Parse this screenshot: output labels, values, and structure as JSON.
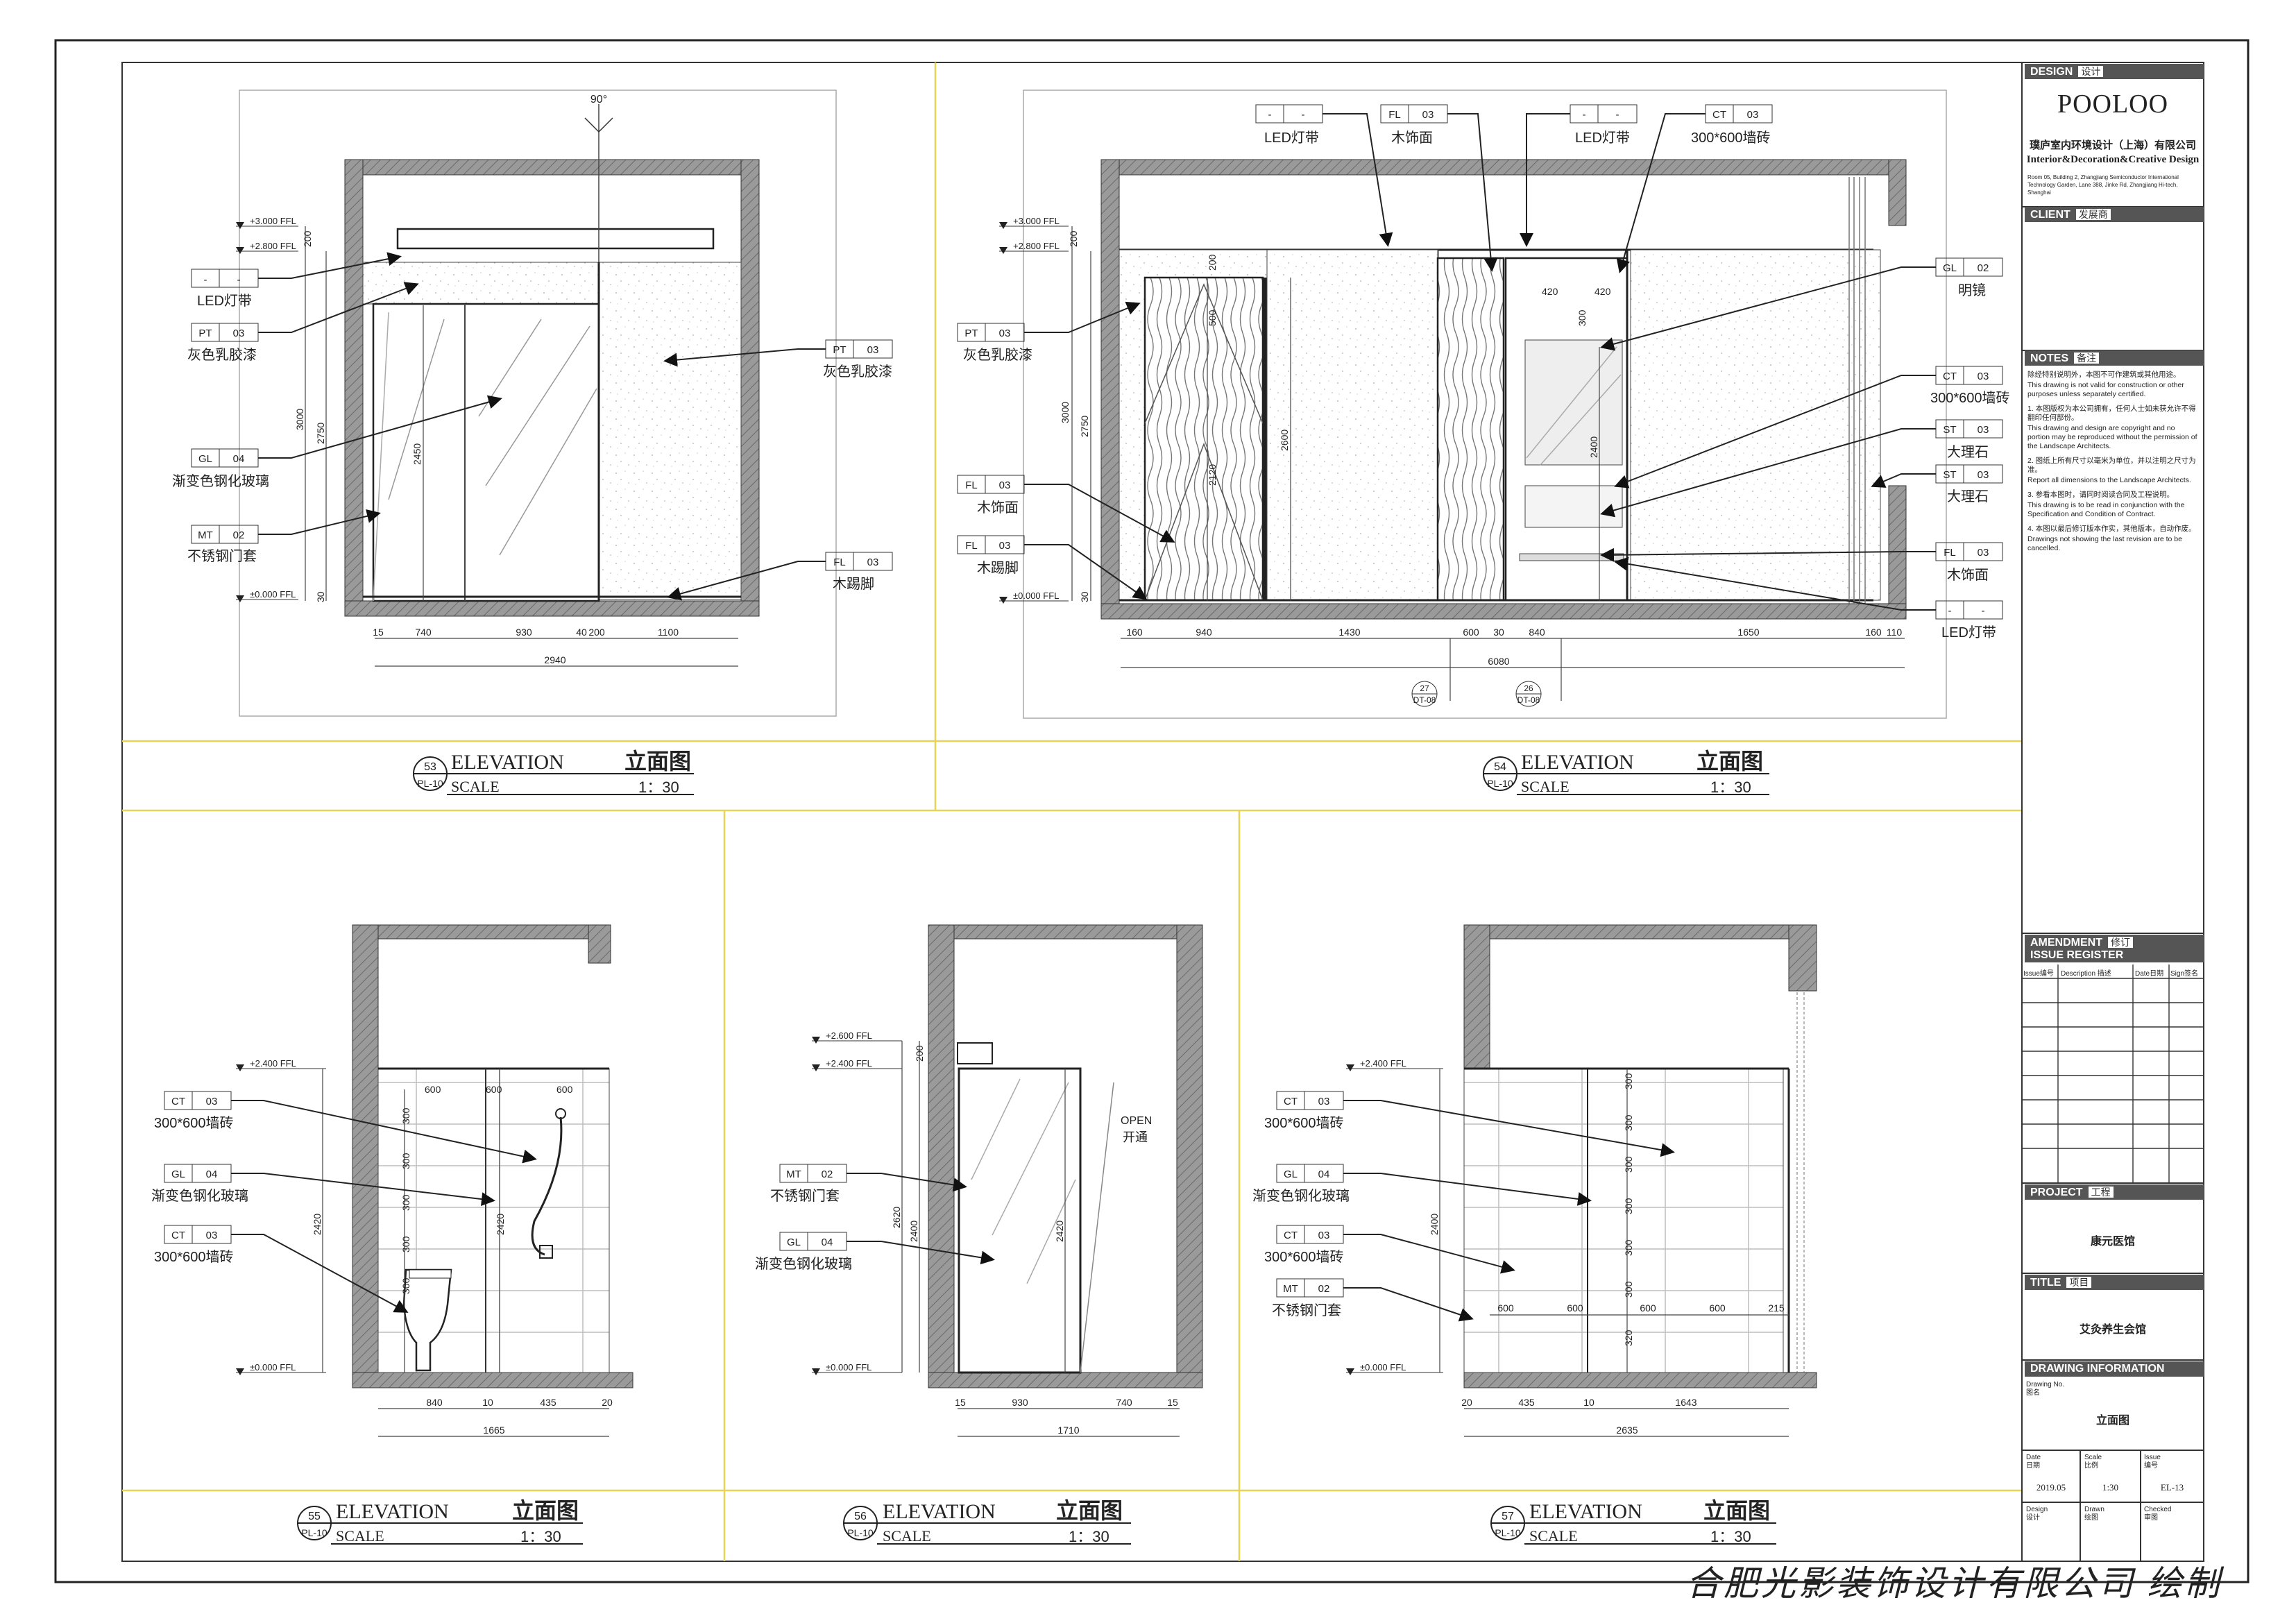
{
  "sheet_frame": {},
  "views": [
    {
      "id": "53",
      "sheet": "PL-10",
      "title_en": "ELEVATION",
      "title_cn": "立面图",
      "scale_label": "SCALE",
      "scale_value": "1：30"
    },
    {
      "id": "54",
      "sheet": "PL-10",
      "title_en": "ELEVATION",
      "title_cn": "立面图",
      "scale_label": "SCALE",
      "scale_value": "1：30"
    },
    {
      "id": "55",
      "sheet": "PL-10",
      "title_en": "ELEVATION",
      "title_cn": "立面图",
      "scale_label": "SCALE",
      "scale_value": "1：30"
    },
    {
      "id": "56",
      "sheet": "PL-10",
      "title_en": "ELEVATION",
      "title_cn": "立面图",
      "scale_label": "SCALE",
      "scale_value": "1：30"
    },
    {
      "id": "57",
      "sheet": "PL-10",
      "title_en": "ELEVATION",
      "title_cn": "立面图",
      "scale_label": "SCALE",
      "scale_value": "1：30"
    }
  ],
  "levels": {
    "l3000": "+3.000 FFL",
    "l2800": "+2.800 FFL",
    "l2600": "+2.600 FFL",
    "l2400": "+2.400 FFL",
    "l0": "±0.000 FFL"
  },
  "tags": {
    "led": {
      "code": "-",
      "num": "-",
      "label": "LED灯带"
    },
    "pt03": {
      "code": "PT",
      "num": "03",
      "label": "灰色乳胶漆"
    },
    "gl04": {
      "code": "GL",
      "num": "04",
      "label": "渐变色钢化玻璃"
    },
    "mt02": {
      "code": "MT",
      "num": "02",
      "label": "不锈钢门套"
    },
    "fl03_foot": {
      "code": "FL",
      "num": "03",
      "label": "木踢脚"
    },
    "fl03_face": {
      "code": "FL",
      "num": "03",
      "label": "木饰面"
    },
    "ct03": {
      "code": "CT",
      "num": "03",
      "label": "300*600墙砖"
    },
    "gl02": {
      "code": "GL",
      "num": "02",
      "label": "明镜"
    },
    "st03": {
      "code": "ST",
      "num": "03",
      "label": "大理石"
    }
  },
  "dims": {
    "v53_h": [
      "200",
      "3000",
      "2750",
      "2450",
      "30"
    ],
    "v53_w": [
      "15",
      "740",
      "930",
      "40",
      "200",
      "1100"
    ],
    "v53_total": "2940",
    "v53_angle": "90°",
    "v54_h": [
      "200",
      "3000",
      "2750",
      "2600",
      "2400",
      "30"
    ],
    "v54_w": [
      "160",
      "940",
      "1430",
      "600",
      "30",
      "840",
      "1650",
      "160",
      "110"
    ],
    "v54_total": "6080",
    "v54_inner": [
      "200",
      "500",
      "2120",
      "420",
      "420",
      "300"
    ],
    "v54_refs": [
      {
        "num": "27",
        "sheet": "DT-08"
      },
      {
        "num": "26",
        "sheet": "DT-08"
      }
    ],
    "v55_top": [
      "600",
      "600",
      "600"
    ],
    "v55_h": [
      "300",
      "300",
      "300",
      "300",
      "300",
      "2420",
      "2420"
    ],
    "v55_w": [
      "840",
      "10",
      "435",
      "20"
    ],
    "v55_total": "1665",
    "v56_h": [
      "200",
      "2620",
      "2400",
      "2420"
    ],
    "v56_w": [
      "15",
      "930",
      "740",
      "15"
    ],
    "v56_total": "1710",
    "v56_open": [
      "OPEN",
      "开通"
    ],
    "v57_h": [
      "2400",
      "300",
      "300",
      "300",
      "300",
      "300",
      "300",
      "320"
    ],
    "v57_w": [
      "20",
      "435",
      "10",
      "1643"
    ],
    "v57_row": [
      "600",
      "600",
      "600",
      "600",
      "215"
    ],
    "v57_total": "2635"
  },
  "title_block": {
    "design_label": "DESIGN",
    "design_cn": "设计",
    "company_logo": "POOLOO",
    "company_cn": "璞庐室内环境设计（上海）有限公司",
    "company_en": "Interior&Decoration&Creative Design",
    "address": "Room 05, Building 2, Zhangjiang Semiconductor International Technology Garden, Lane 388, Jinke Rd, Zhangjiang Hi-tech, Shanghai",
    "client_label": "CLIENT",
    "client_cn": "发展商",
    "notes_label": "NOTES",
    "notes_cn": "备注",
    "notes": [
      "除经特别说明外，本图不可作建筑或其他用途。",
      "This drawing is not valid for construction or other purposes unless separately certified.",
      "1. 本图版权为本公司拥有，任何人士如未获允许不得翻印任何部份。",
      "This drawing and design are copyright and no portion may be reproduced without the permission of the Landscape Architects.",
      "2. 图纸上所有尺寸以毫米为单位，并以注明之尺寸为准。",
      "Report all dimensions to the Landscape Architects.",
      "3. 参看本图时，请同时阅读合同及工程说明。",
      "This drawing is to be read in conjunction with the Specification and Condition of Contract.",
      "4. 本图以最后修订版本作实，其他版本，自动作废。",
      "Drawings not showing the last revision are to be cancelled."
    ],
    "amendment_label": "AMENDMENT",
    "issue_label": "ISSUE REGISTER",
    "amendment_cn": "修订",
    "amend_cols": [
      "Issue编号",
      "Description 描述",
      "Date日期",
      "Sign签名"
    ],
    "project_label": "PROJECT",
    "project_cn": "工程",
    "project_value": "康元医馆",
    "title_label": "TITLE",
    "title_cn": "项目",
    "title_value": "艾灸养生会馆",
    "drawing_info_label": "DRAWING INFORMATION",
    "drawing_no_label": "Drawing No.",
    "drawing_no_cn": "图名",
    "drawing_name": "立面图",
    "date_label": "Date",
    "date_cn": "日期",
    "date_value": "2019.05",
    "scale_label": "Scale",
    "scale_cn": "比例",
    "scale_value": "1:30",
    "issue_label2": "Issue",
    "issue_cn": "编号",
    "issue_value": "EL-13",
    "design_row": [
      "Design",
      "设计"
    ],
    "drawn_row": [
      "Drawn",
      "绘图"
    ],
    "checked_row": [
      "Checked",
      "审图"
    ]
  },
  "signature": "合肥光影装饰设计有限公司 绘制"
}
